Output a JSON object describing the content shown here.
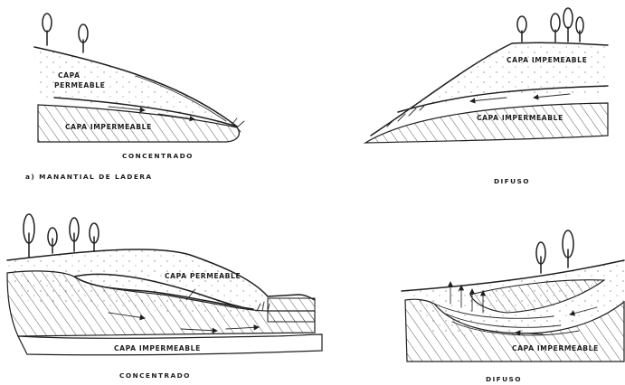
{
  "top_left": {
    "label_permeable_line1": "CAPA",
    "label_permeable_line2": "PERMEABLE",
    "label_impermeable": "CAPA IMPERMEABLE",
    "caption": "CONCENTRADO"
  },
  "top_right": {
    "label_upper": "CAPA IMPEMEABLE",
    "label_lower": "CAPA IMPERMEABLE",
    "caption": "DIFUSO"
  },
  "section_title": "a)  MANANTIAL  DE  LADERA",
  "bottom_left": {
    "label_permeable": "CAPA PERMEABLE",
    "label_impermeable": "CAPA IMPERMEABLE",
    "caption": "CONCENTRADO"
  },
  "bottom_right": {
    "label_impermeable": "CAPA IMPERMEABLE",
    "caption": "DIFUSO"
  }
}
